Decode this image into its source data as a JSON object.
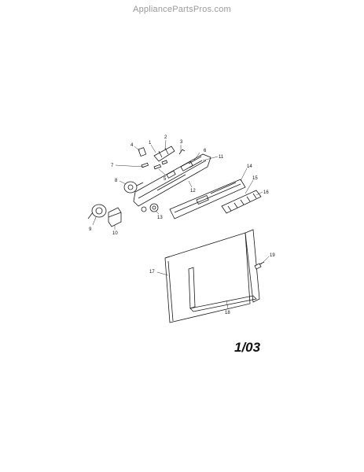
{
  "watermark": "AppliancePartsPros.com",
  "date_code": "1/03",
  "part_labels": [
    "1",
    "2",
    "3",
    "4",
    "5",
    "6",
    "7",
    "8",
    "9",
    "10",
    "11",
    "12",
    "13",
    "14",
    "15",
    "16",
    "17",
    "18",
    "19"
  ]
}
